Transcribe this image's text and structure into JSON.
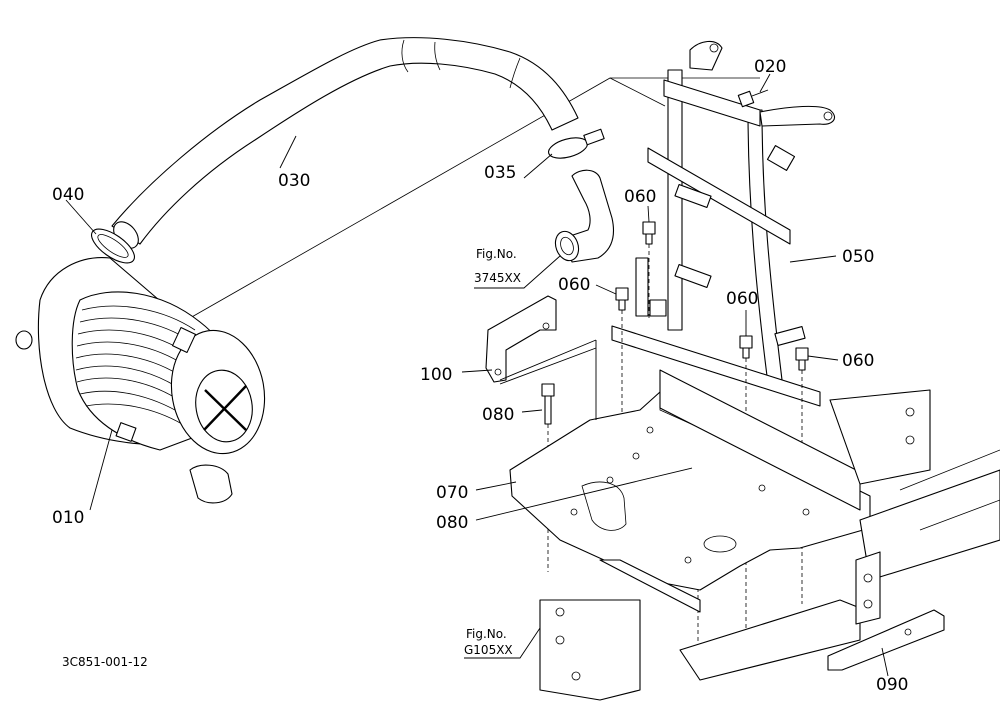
{
  "diagram": {
    "callouts": {
      "p010": "010",
      "p020": "020",
      "p030": "030",
      "p035": "035",
      "p040": "040",
      "p050": "050",
      "p060a": "060",
      "p060b": "060",
      "p060c": "060",
      "p060d": "060",
      "p070": "070",
      "p080a": "080",
      "p080b": "080",
      "p090": "090",
      "p100": "100"
    },
    "references": {
      "fig_a_line1": "Fig.No.",
      "fig_a_line2": "3745XX",
      "fig_b_line1": "Fig.No.",
      "fig_b_line2": "G105XX"
    },
    "drawing_number": "3C851-001-12"
  }
}
